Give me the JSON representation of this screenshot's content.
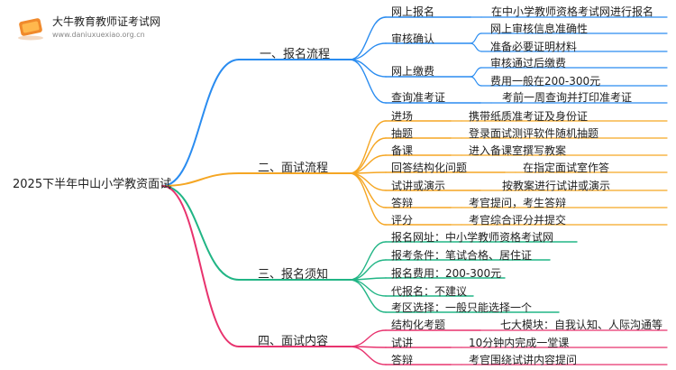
{
  "watermark": {
    "site_name": "大牛教育教师证考试网",
    "site_url": "www.daniuxuexiao.org.cn"
  },
  "root": "2025下半年中山小学教资面试",
  "branches": [
    {
      "label": "一、报名流程",
      "color": "#2a8cf0",
      "children": [
        {
          "label": "网上报名",
          "leaves": [
            "在中小学教师资格考试网进行报名"
          ]
        },
        {
          "label": "审核确认",
          "leaves": [
            "网上审核信息准确性",
            "准备必要证明材料"
          ]
        },
        {
          "label": "网上缴费",
          "leaves": [
            "审核通过后缴费",
            "费用一般在200-300元"
          ]
        },
        {
          "label": "查询准考证",
          "leaves": [
            "考前一周查询并打印准考证"
          ]
        }
      ]
    },
    {
      "label": "二、面试流程",
      "color": "#f5a623",
      "children": [
        {
          "label": "进场",
          "leaves": [
            "携带纸质准考证及身份证"
          ]
        },
        {
          "label": "抽题",
          "leaves": [
            "登录面试测评软件随机抽题"
          ]
        },
        {
          "label": "备课",
          "leaves": [
            "进入备课室撰写教案"
          ]
        },
        {
          "label": "回答结构化问题",
          "leaves": [
            "在指定面试室作答"
          ]
        },
        {
          "label": "试讲或演示",
          "leaves": [
            "按教案进行试讲或演示"
          ]
        },
        {
          "label": "答辩",
          "leaves": [
            "考官提问，考生答辩"
          ]
        },
        {
          "label": "评分",
          "leaves": [
            "考官综合评分并提交"
          ]
        }
      ]
    },
    {
      "label": "三、报名须知",
      "color": "#21b585",
      "children": [
        {
          "label": "报名网址：中小学教师资格考试网",
          "leaves": []
        },
        {
          "label": "报考条件：笔试合格、居住证",
          "leaves": []
        },
        {
          "label": "报名费用：200-300元",
          "leaves": []
        },
        {
          "label": "代报名：不建议",
          "leaves": []
        },
        {
          "label": "考区选择：一般只能选择一个",
          "leaves": []
        }
      ]
    },
    {
      "label": "四、面试内容",
      "color": "#e8336e",
      "children": [
        {
          "label": "结构化考题",
          "leaves": [
            "七大模块：自我认知、人际沟通等"
          ]
        },
        {
          "label": "试讲",
          "leaves": [
            "10分钟内完成一堂课"
          ]
        },
        {
          "label": "答辩",
          "leaves": [
            "考官围绕试讲内容提问"
          ]
        }
      ]
    }
  ]
}
